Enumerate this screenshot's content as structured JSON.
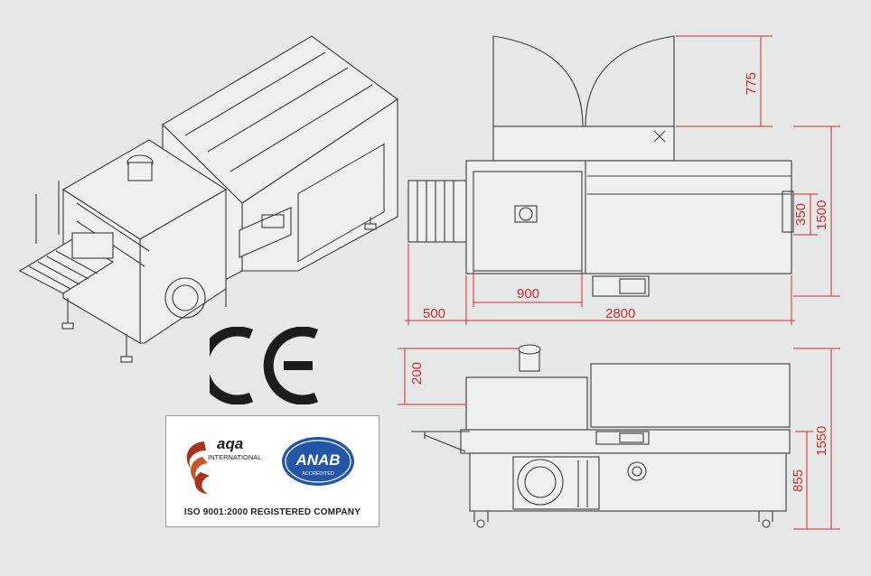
{
  "dimensions": {
    "top_view": {
      "canopy_height": "775",
      "conveyor_height": "350",
      "total_height": "1500",
      "infeed_length": "900",
      "outfeed_overhang": "500",
      "total_length": "2800"
    },
    "side_view": {
      "motor_height": "200",
      "total_height": "1550",
      "conveyor_height": "855"
    }
  },
  "logos": {
    "ce_mark": "CE",
    "aqa_brand": "aqa",
    "aqa_sub": "INTERNATIONAL",
    "anab_brand": "ANAB",
    "anab_sub": "ACCREDITED"
  },
  "certification_caption": "ISO 9001:2000 REGISTERED COMPANY",
  "colors": {
    "dimension": "#d22b2b",
    "line": "#3a3a3a",
    "background": "#e6e8e7",
    "anab_blue": "#2356a8",
    "aqa_red": "#a8321e"
  }
}
